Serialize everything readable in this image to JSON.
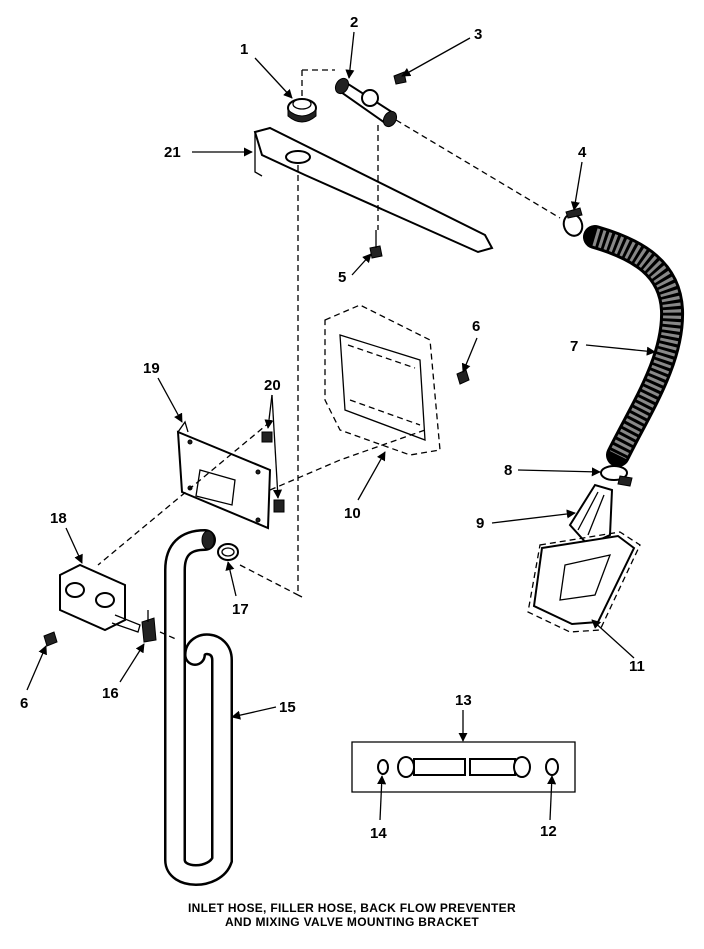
{
  "caption": {
    "line1": "INLET HOSE, FILLER HOSE, BACK FLOW PREVENTER",
    "line2": "AND MIXING VALVE MOUNTING BRACKET"
  },
  "callouts": {
    "p1": "1",
    "p2": "2",
    "p3": "3",
    "p4": "4",
    "p5": "5",
    "p6a": "6",
    "p6b": "6",
    "p7": "7",
    "p8": "8",
    "p9": "9",
    "p10": "10",
    "p11": "11",
    "p12": "12",
    "p13": "13",
    "p14": "14",
    "p15": "15",
    "p16": "16",
    "p17": "17",
    "p18": "18",
    "p19": "19",
    "p20": "20",
    "p21": "21"
  }
}
